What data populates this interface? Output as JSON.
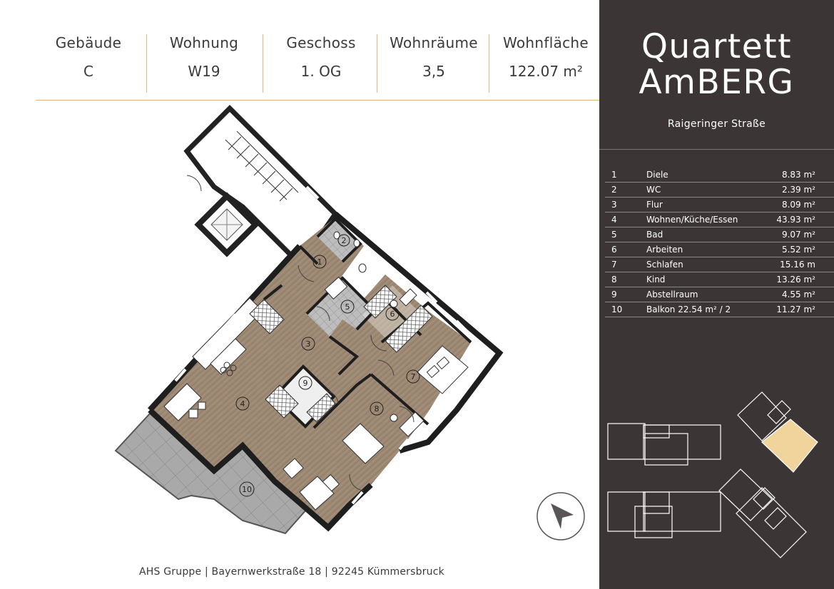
{
  "header": {
    "columns": [
      {
        "label": "Gebäude",
        "value": "C"
      },
      {
        "label": "Wohnung",
        "value": "W19"
      },
      {
        "label": "Geschoss",
        "value": "1. OG"
      },
      {
        "label": "Wohnräume",
        "value": "3,5"
      },
      {
        "label": "Wohnfläche",
        "value": "122.07 m²"
      }
    ]
  },
  "brand": {
    "line1": "Quartett",
    "line2": "AmBERG",
    "street": "Raigeringer Straße"
  },
  "rooms": [
    {
      "num": "1",
      "name": "Diele",
      "area": "8.83 m²"
    },
    {
      "num": "2",
      "name": "WC",
      "area": "2.39 m²"
    },
    {
      "num": "3",
      "name": "Flur",
      "area": "8.09 m²"
    },
    {
      "num": "4",
      "name": "Wohnen/Küche/Essen",
      "area": "43.93 m²"
    },
    {
      "num": "5",
      "name": "Bad",
      "area": "9.07 m²"
    },
    {
      "num": "6",
      "name": "Arbeiten",
      "area": "5.52 m²"
    },
    {
      "num": "7",
      "name": "Schlafen",
      "area": "15.16 m"
    },
    {
      "num": "8",
      "name": "Kind",
      "area": "13.26 m²"
    },
    {
      "num": "9",
      "name": "Abstellraum",
      "area": "4.55 m²"
    },
    {
      "num": "10",
      "name": "Balkon 22.54 m² / 2",
      "area": "11.27 m²"
    }
  ],
  "plan_labels": [
    "1",
    "2",
    "3",
    "4",
    "5",
    "6",
    "7",
    "8",
    "9",
    "10"
  ],
  "footer": "AHS Gruppe | Bayernwerkstraße 18 | 92245 Kümmersbruck",
  "colors": {
    "panel": "#3b3536",
    "accent": "#e3b977",
    "floor": "#9c8873",
    "tile": "#b9b9b9",
    "highlight": "#f0d49c"
  }
}
